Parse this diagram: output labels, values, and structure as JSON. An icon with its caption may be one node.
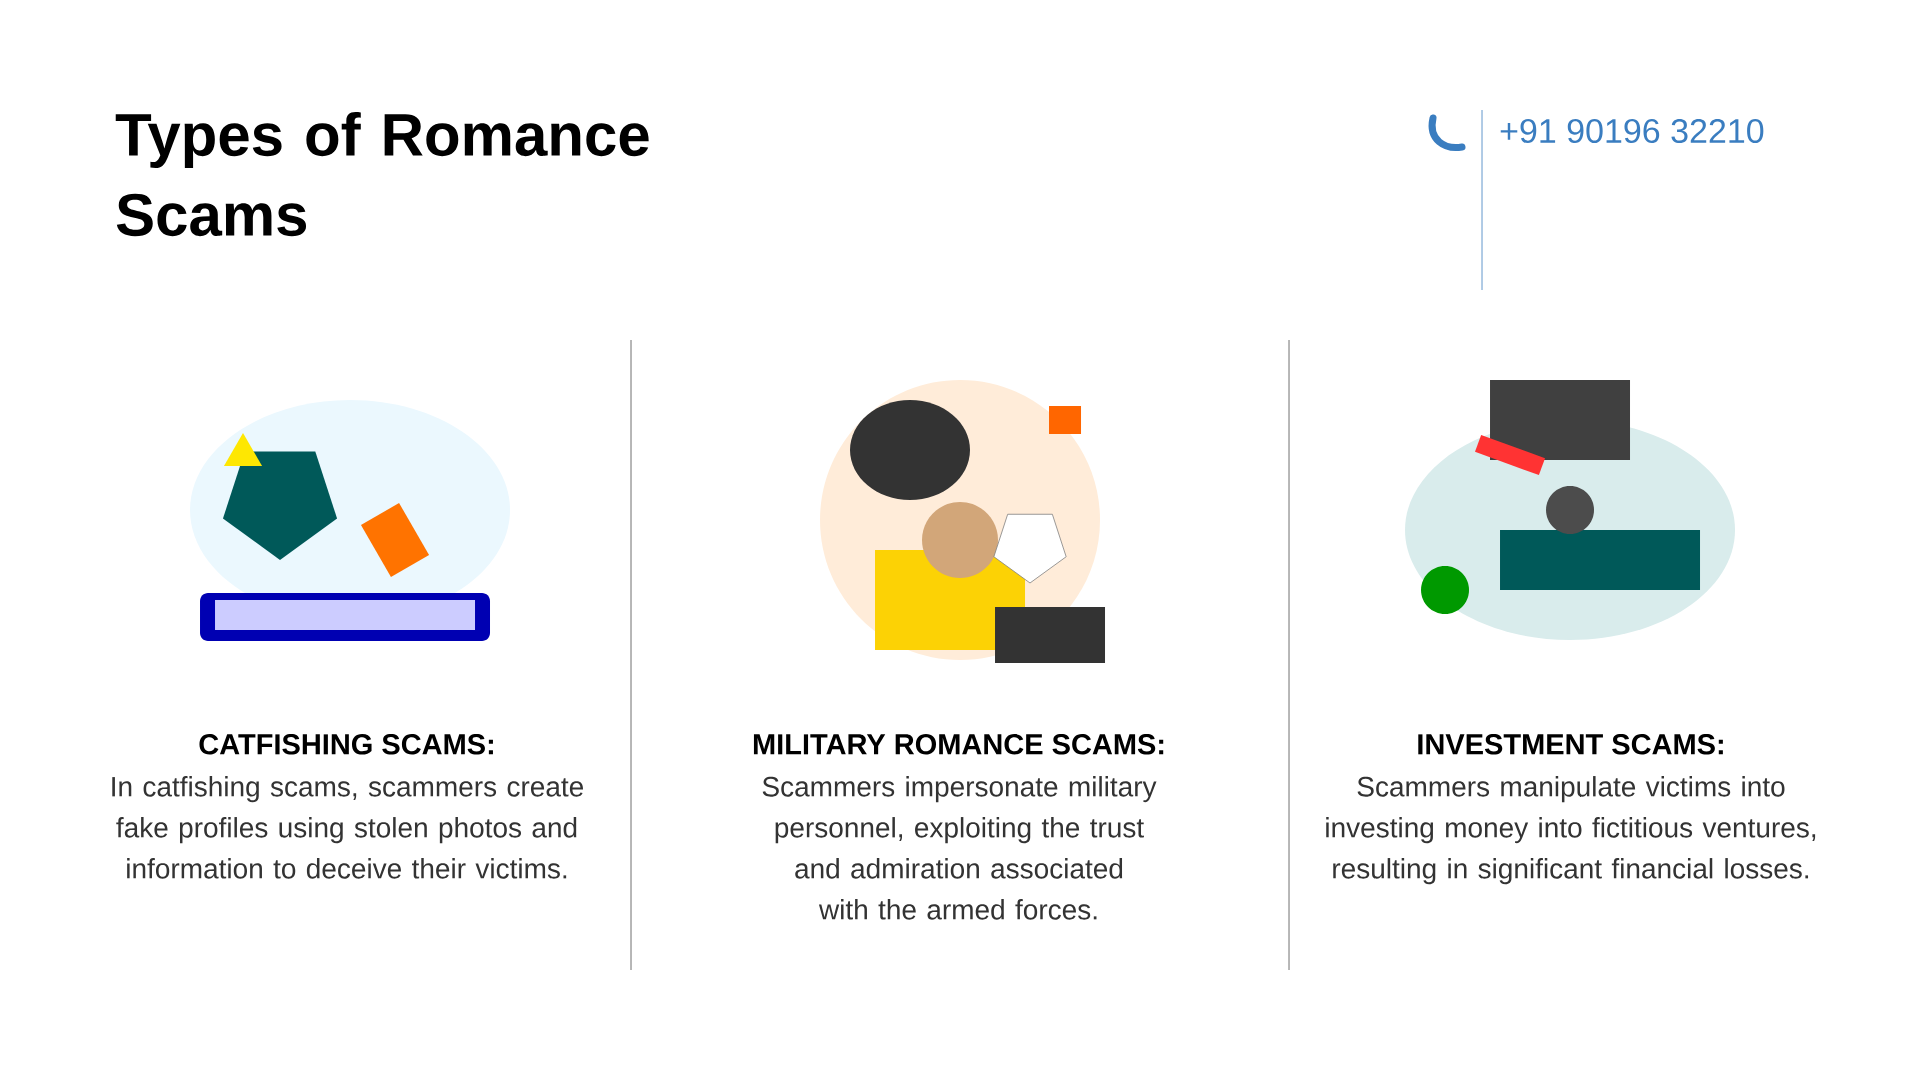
{
  "diagram": {
    "title": "Types of Romance Scams",
    "labels": [
      "+91 90196 32210",
      "CATFISHING SCAMS:",
      "In catfishing scams, scammers create fake profiles using stolen photos and information to deceive their victims.",
      "MILITARY ROMANCE SCAMS:",
      "Scammers impersonate military personnel, exploiting the trust and admiration associated with the armed forces.",
      "INVESTMENT SCAMS:",
      "Scammers manipulate victims into investing money into fictitious ventures, resulting in significant financial losses."
    ]
  }
}
